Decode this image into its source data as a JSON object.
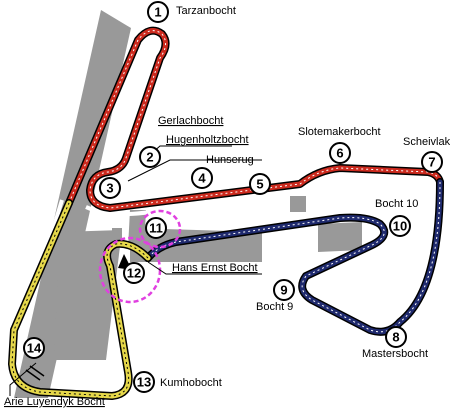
{
  "map": {
    "colors": {
      "background": "#ffffff",
      "buildings": "#999999",
      "sector1": "#cc2a1e",
      "sector2": "#1f2a6e",
      "sector3": "#e6d84a",
      "pit_lane": "#ffffff",
      "highlight": "#e040e0",
      "markers": "#000000"
    },
    "corners": [
      {
        "number": "1",
        "name": "Tarzanbocht"
      },
      {
        "number": "2",
        "name": "Gerlachbocht"
      },
      {
        "number": "",
        "name": "Hugenholtzbocht"
      },
      {
        "number": "3",
        "name": ""
      },
      {
        "number": "4",
        "name": "Hunserug"
      },
      {
        "number": "5",
        "name": ""
      },
      {
        "number": "6",
        "name": "Slotemakerbocht"
      },
      {
        "number": "7",
        "name": "Scheivlak"
      },
      {
        "number": "8",
        "name": "Mastersbocht"
      },
      {
        "number": "9",
        "name": "Bocht 9"
      },
      {
        "number": "10",
        "name": "Bocht 10"
      },
      {
        "number": "11",
        "name": ""
      },
      {
        "number": "12",
        "name": "Hans Ernst Bocht"
      },
      {
        "number": "13",
        "name": "Kumhobocht"
      },
      {
        "number": "14",
        "name": "Arie Luyendyk Bocht"
      }
    ]
  }
}
